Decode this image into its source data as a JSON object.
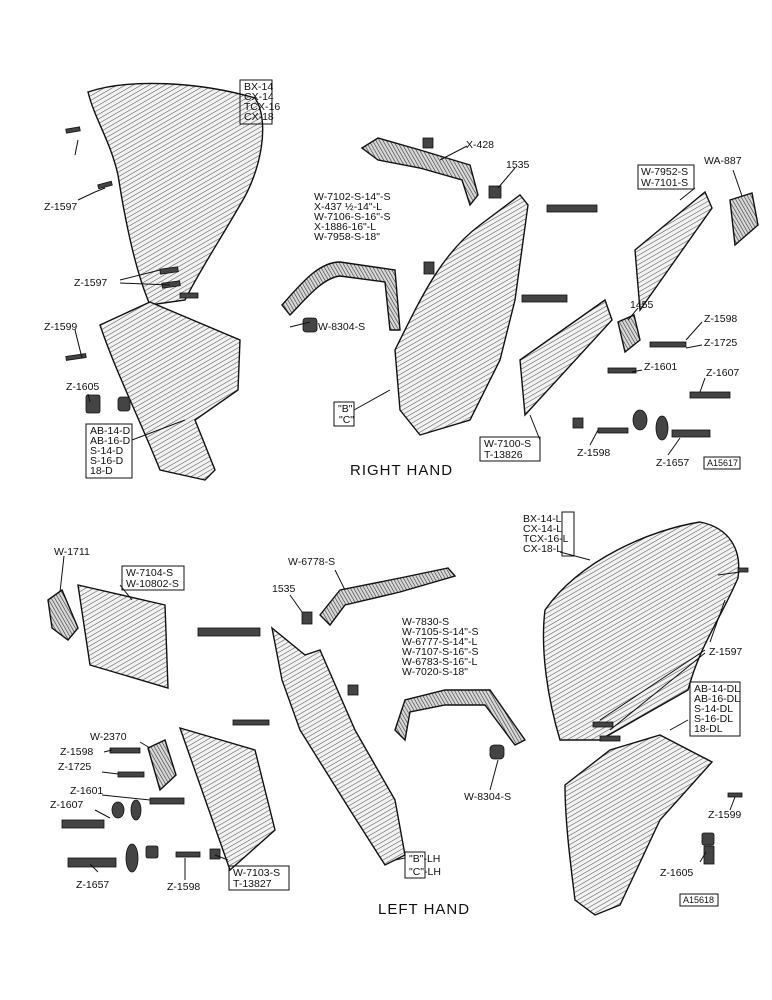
{
  "right_hand": {
    "title": "RIGHT HAND",
    "ref_code": "A15617",
    "labels": {
      "moldboard_models": [
        "BX-14",
        "CX-14",
        "TCX-16",
        "CX-18"
      ],
      "bolt_z1597_a": "Z-1597",
      "bolt_z1597_b": "Z-1597",
      "bolt_z1599": "Z-1599",
      "bolt_z1605": "Z-1605",
      "share_models": [
        "AB-14-D",
        "AB-16-D",
        "S-14-D",
        "S-16-D",
        "18-D"
      ],
      "brace": "X-428",
      "nut_1535": "1535",
      "rod_models": [
        "W-7102-S-14\"-S",
        "X-437 ½-14\"-L",
        "W-7106-S-16\"-S",
        "X-1886-16\"-L",
        "W-7958-S-18\""
      ],
      "clip": "W-8304-S",
      "frog_code": [
        "\"B\"",
        "\"C\""
      ],
      "landside_models": [
        "W-7952-S",
        "W-7101-S"
      ],
      "heel": "WA-887",
      "heel_1455": "1455",
      "bolt_z1598_a": "Z-1598",
      "bolt_z1725": "Z-1725",
      "bolt_z1601": "Z-1601",
      "bolt_z1607": "Z-1607",
      "plate_models": [
        "W-7100-S",
        "T-13826"
      ],
      "bolt_z1598_b": "Z-1598",
      "bolt_z1657": "Z-1657"
    }
  },
  "left_hand": {
    "title": "LEFT HAND",
    "ref_code": "A15618",
    "labels": {
      "heel": "W-1711",
      "landside_models": [
        "W-7104-S",
        "W-10802-S"
      ],
      "brace": "W-6778-S",
      "nut_1535": "1535",
      "moldboard_models": [
        "BX-14-L",
        "CX-14-L",
        "TCX-16-L",
        "CX-18-L"
      ],
      "bolt_z1597": "Z-1597",
      "rod_models": [
        "W-7830-S",
        "W-7105-S-14\"-S",
        "W-6777-S-14\"-L",
        "W-7107-S-16\"-S",
        "W-6783-S-16\"-L",
        "W-7020-S-18\""
      ],
      "share_models": [
        "AB-14-DL",
        "AB-16-DL",
        "S-14-DL",
        "S-16-DL",
        "18-DL"
      ],
      "heel_2370": "W-2370",
      "bolt_z1598_a": "Z-1598",
      "bolt_z1725": "Z-1725",
      "bolt_z1601": "Z-1601",
      "bolt_z1607": "Z-1607",
      "plate_models": [
        "W-7103-S",
        "T-13827"
      ],
      "clip": "W-8304-S",
      "bolt_z1599": "Z-1599",
      "frog_code": [
        "\"B\"-LH",
        "\"C\"-LH"
      ],
      "bolt_z1657": "Z-1657",
      "bolt_z1598_b": "Z-1598",
      "bolt_z1605": "Z-1605"
    }
  }
}
